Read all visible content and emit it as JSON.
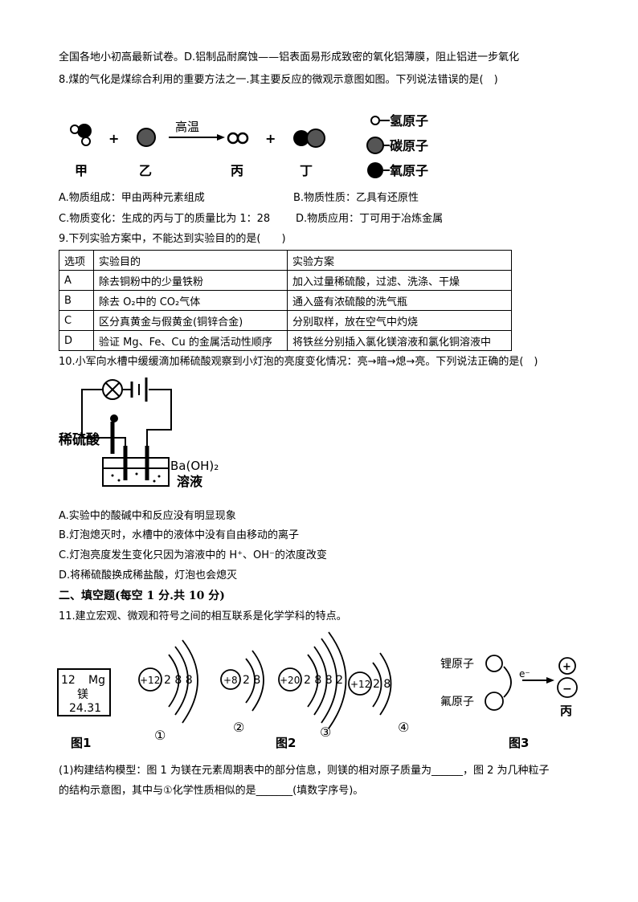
{
  "lines": {
    "l1": "全国各地小初高最新试卷。D.铝制品耐腐蚀——铝表面易形成致密的氧化铝薄膜，阻止铝进一步氧化",
    "q8": "8.煤的气化是煤综合利用的重要方法之一.其主要反应的微观示意图如图。下列说法错误的是(　)",
    "q8a": "A.物质组成：甲由两种元素组成",
    "q8b": "B.物质性质：乙具有还原性",
    "q8c": "C.物质变化：生成的丙与丁的质量比为 1：28",
    "q8d": "D.物质应用：丁可用于冶炼金属",
    "q9": "9.下列实验方案中，不能达到实验目的的是(　　)",
    "q10": "10.小军向水槽中缓缓滴加稀硫酸观察到小灯泡的亮度变化情况：亮→暗→熄→亮。下列说法正确的是(　)",
    "q10a": "A.实验中的酸碱中和反应没有明显现象",
    "q10b": "B.灯泡熄灭时，水槽中的液体中没有自由移动的离子",
    "q10c": "C.灯泡亮度发生变化只因为溶液中的 H⁺、OH⁻的浓度改变",
    "q10d": "D.将稀硫酸换成稀盐酸，灯泡也会熄灭",
    "sec2": "二、填空题(每空 1 分.共 10 分)",
    "q11": "11.建立宏观、微观和符号之间的相互联系是化学学科的特点。",
    "q11_1a": "(1)构建结构模型：图 1 为镁在元素周期表中的部分信息，则镁的相对原子质量为______，图 2 为几种粒子",
    "q11_1b": "的结构示意图，其中与①化学性质相似的是_______(填数字序号)。"
  },
  "fig8": {
    "cond": "高温",
    "labels": [
      "甲",
      "乙",
      "丙",
      "丁"
    ],
    "plus": "+",
    "legend": [
      "氢原子",
      "碳原子",
      "氧原子"
    ]
  },
  "table": {
    "headers": [
      "选项",
      "实验目的",
      "实验方案"
    ],
    "rows": [
      [
        "A",
        "除去铜粉中的少量铁粉",
        "加入过量稀硫酸，过滤、洗涤、干燥"
      ],
      [
        "B",
        "除去 O₂中的 CO₂气体",
        "通入盛有浓硫酸的洗气瓶"
      ],
      [
        "C",
        "区分真黄金与假黄金(铜锌合金)",
        "分别取样，放在空气中灼烧"
      ],
      [
        "D",
        "验证 Mg、Fe、Cu 的金属活动性顺序",
        "将铁丝分别插入氯化镁溶液和氯化铜溶液中"
      ]
    ]
  },
  "fig10": {
    "acid": "稀硫酸",
    "sol1": "Ba(OH)₂",
    "sol2": "溶液"
  },
  "fig11": {
    "mg": {
      "num": "12",
      "sym": "Mg",
      "name": "镁",
      "mass": "24.31"
    },
    "p1": {
      "nuc": "+12",
      "sh": "2 8 8",
      "id": "①"
    },
    "p2": {
      "nuc": "+8",
      "sh": "2 8",
      "id": "②"
    },
    "p3": {
      "nuc": "+20",
      "sh": "2 8 8 2",
      "id": "③"
    },
    "p4": {
      "nuc": "+12",
      "sh": "2 8",
      "id": "④"
    },
    "cap1": "图1",
    "cap2": "图2",
    "cap3": "图3",
    "li": "锂原子",
    "f": "氟原子",
    "e": "e⁻",
    "bing": "丙",
    "pos": "+",
    "neg": "−"
  }
}
